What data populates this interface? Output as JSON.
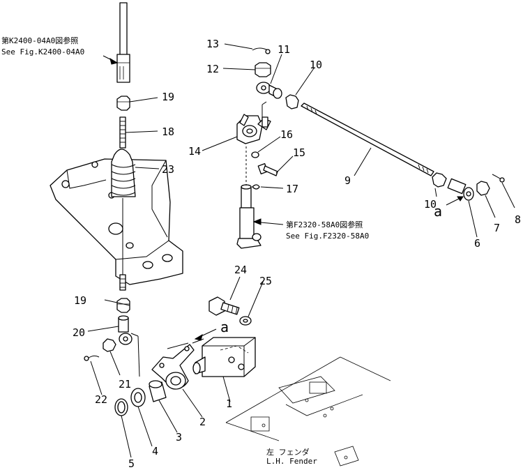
{
  "callouts": [
    {
      "id": "c1",
      "label": "1"
    },
    {
      "id": "c2",
      "label": "2"
    },
    {
      "id": "c3",
      "label": "3"
    },
    {
      "id": "c4",
      "label": "4"
    },
    {
      "id": "c5",
      "label": "5"
    },
    {
      "id": "c6",
      "label": "6"
    },
    {
      "id": "c7",
      "label": "7"
    },
    {
      "id": "c8",
      "label": "8"
    },
    {
      "id": "c9",
      "label": "9"
    },
    {
      "id": "c10a",
      "label": "10"
    },
    {
      "id": "c10b",
      "label": "10"
    },
    {
      "id": "c11",
      "label": "11"
    },
    {
      "id": "c12",
      "label": "12"
    },
    {
      "id": "c13",
      "label": "13"
    },
    {
      "id": "c14",
      "label": "14"
    },
    {
      "id": "c15",
      "label": "15"
    },
    {
      "id": "c16",
      "label": "16"
    },
    {
      "id": "c17",
      "label": "17"
    },
    {
      "id": "c18",
      "label": "18"
    },
    {
      "id": "c19a",
      "label": "19"
    },
    {
      "id": "c19b",
      "label": "19"
    },
    {
      "id": "c20",
      "label": "20"
    },
    {
      "id": "c21",
      "label": "21"
    },
    {
      "id": "c22",
      "label": "22"
    },
    {
      "id": "c23",
      "label": "23"
    },
    {
      "id": "c24",
      "label": "24"
    },
    {
      "id": "c25",
      "label": "25"
    }
  ],
  "refs": {
    "k2400_jp": "第K2400-04A0図参照",
    "k2400_en": "See Fig.K2400-04A0",
    "f2320_jp": "第F2320-58A0図参照",
    "f2320_en": "See Fig.F2320-58A0"
  },
  "markers": {
    "a_right": "a",
    "a_lower": "a"
  },
  "fender": {
    "jp": "左    フェンダ",
    "en": "L.H. Fender"
  }
}
